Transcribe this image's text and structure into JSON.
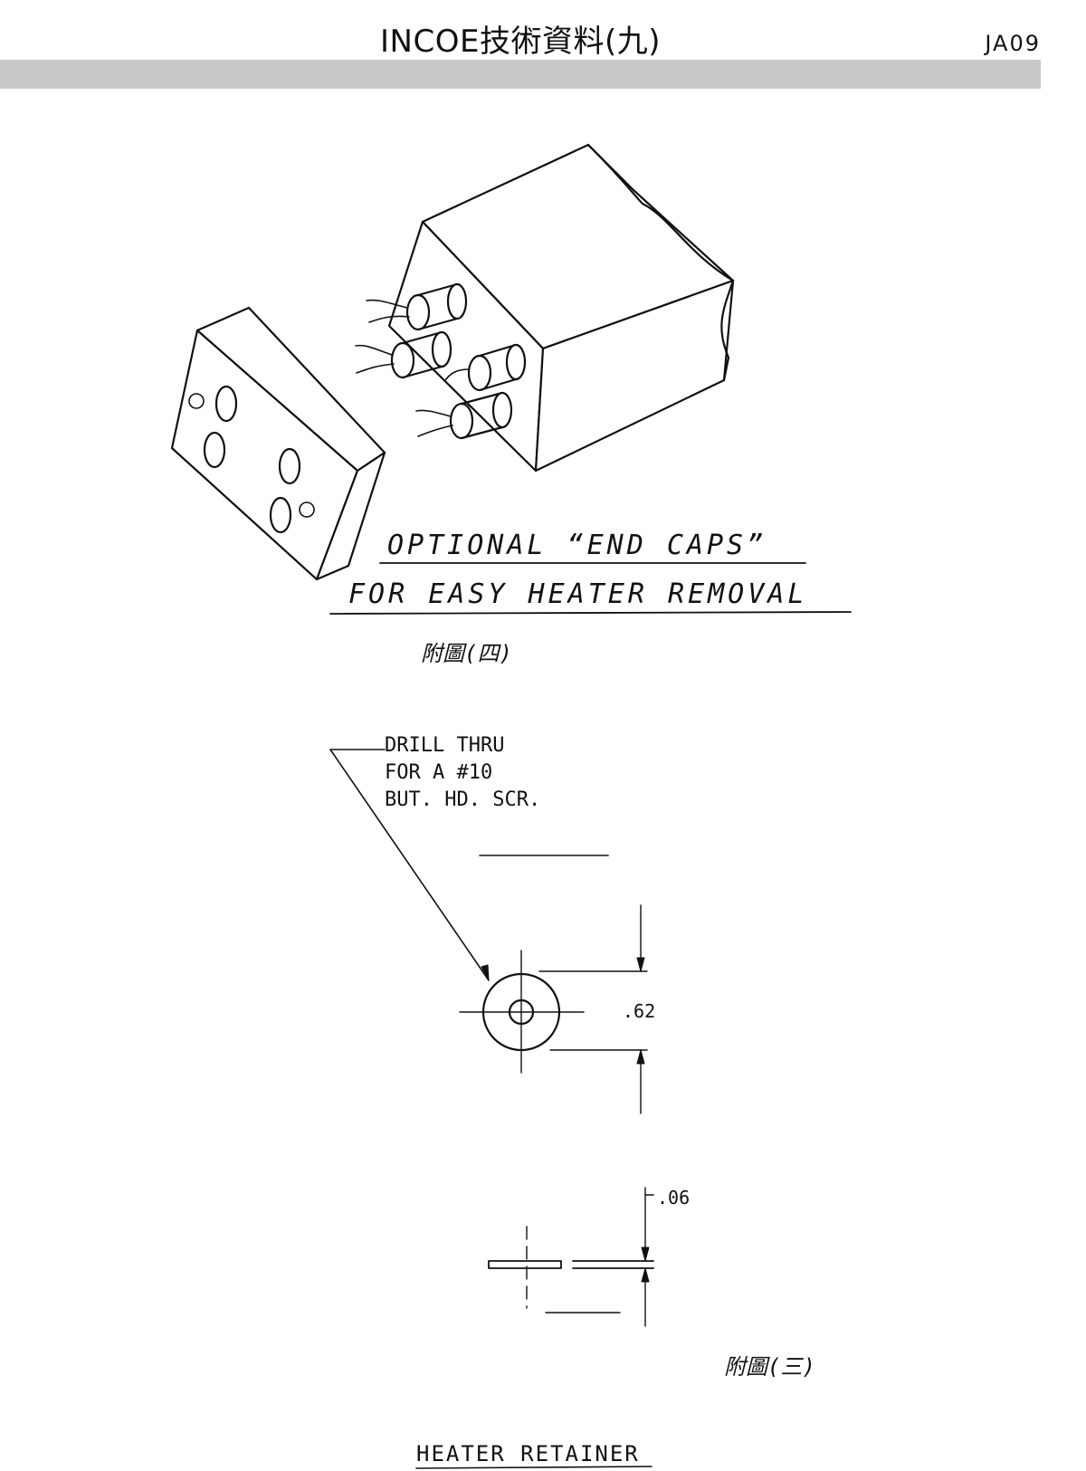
{
  "header": {
    "title": "INCOE技術資料(九)",
    "page_code": "JA09"
  },
  "figure_top": {
    "caption_line1": "OPTIONAL “END CAPS”",
    "caption_line2": "FOR EASY HEATER REMOVAL",
    "figure_ref": "附圖(四)"
  },
  "figure_bottom": {
    "note_line1": "DRILL THRU",
    "note_line2": "FOR A #10",
    "note_line3": "BUT. HD. SCR.",
    "dim_diameter": ".62",
    "dim_thickness": ".06",
    "figure_ref": "附圖(三)",
    "part_name": "HEATER RETAINER"
  }
}
